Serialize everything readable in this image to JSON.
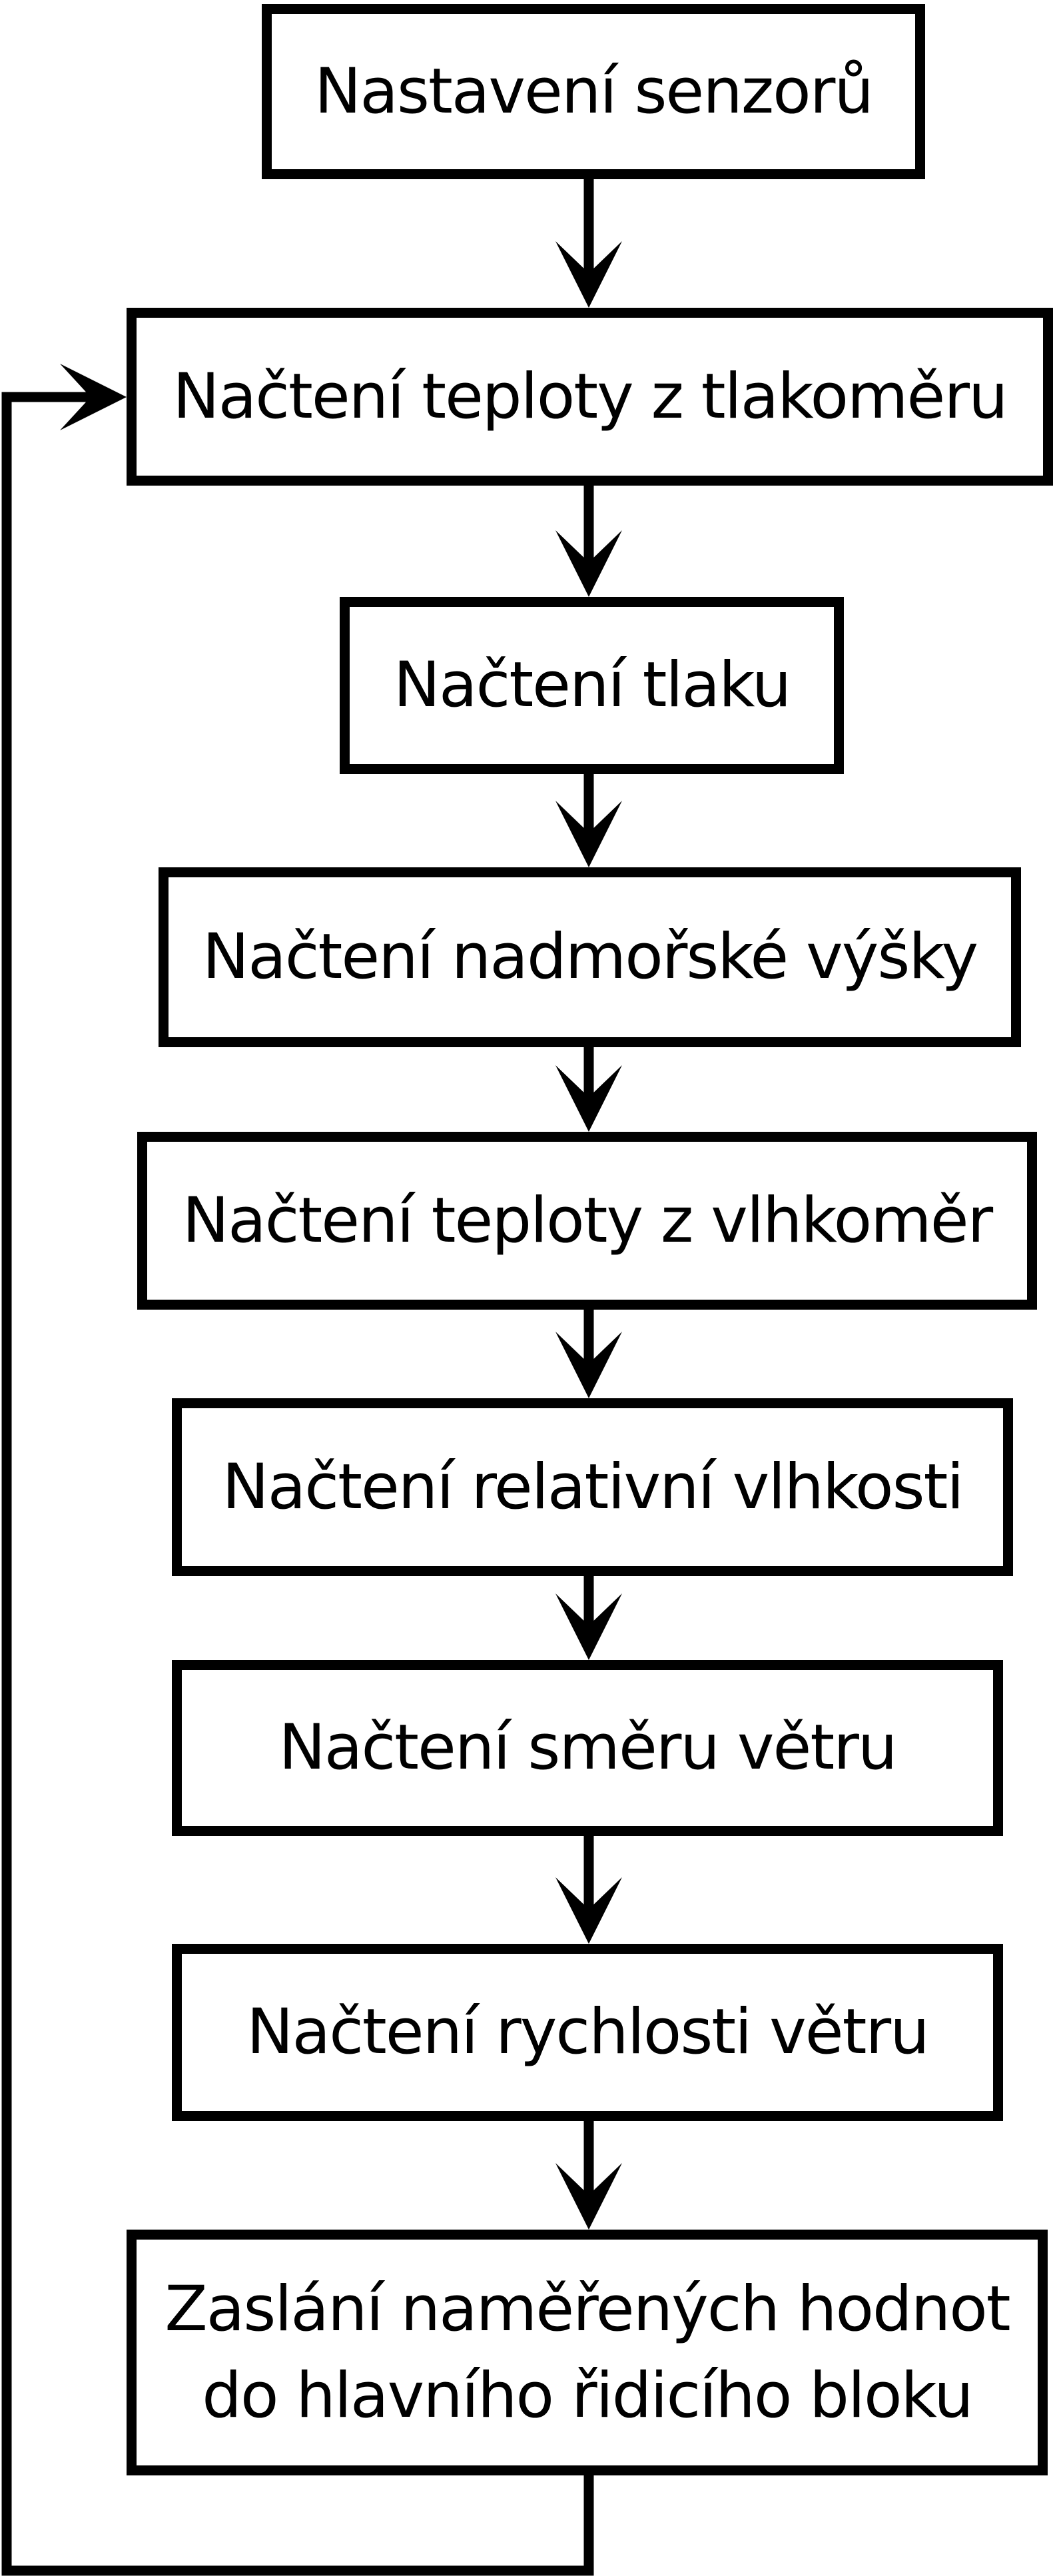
{
  "diagram": {
    "type": "flowchart",
    "colors": {
      "line": "#000000",
      "box_border": "#000000",
      "box_fill": "#ffffff",
      "background": "#ffffff",
      "text": "#000000"
    },
    "nodes": [
      {
        "id": "n1",
        "label": "Nastavení senzorů"
      },
      {
        "id": "n2",
        "label": "Načtení teploty z tlakoměru"
      },
      {
        "id": "n3",
        "label": "Načtení tlaku"
      },
      {
        "id": "n4",
        "label": "Načtení nadmořské výšky"
      },
      {
        "id": "n5",
        "label": "Načtení teploty z vlhkoměr"
      },
      {
        "id": "n6",
        "label": "Načtení relativní vlhkosti"
      },
      {
        "id": "n7",
        "label": "Načtení směru větru"
      },
      {
        "id": "n8",
        "label": "Načtení rychlosti větru"
      },
      {
        "id": "n9",
        "label": "Zaslání naměřených hodnot\ndo hlavního řidicího bloku"
      }
    ],
    "edges": [
      {
        "from": "n1",
        "to": "n2",
        "type": "arrow"
      },
      {
        "from": "n2",
        "to": "n3",
        "type": "arrow"
      },
      {
        "from": "n3",
        "to": "n4",
        "type": "arrow"
      },
      {
        "from": "n4",
        "to": "n5",
        "type": "arrow"
      },
      {
        "from": "n5",
        "to": "n6",
        "type": "arrow"
      },
      {
        "from": "n6",
        "to": "n7",
        "type": "arrow"
      },
      {
        "from": "n7",
        "to": "n8",
        "type": "arrow"
      },
      {
        "from": "n8",
        "to": "n9",
        "type": "arrow"
      },
      {
        "from": "n9",
        "to": "n2",
        "type": "loop-arrow"
      }
    ]
  }
}
